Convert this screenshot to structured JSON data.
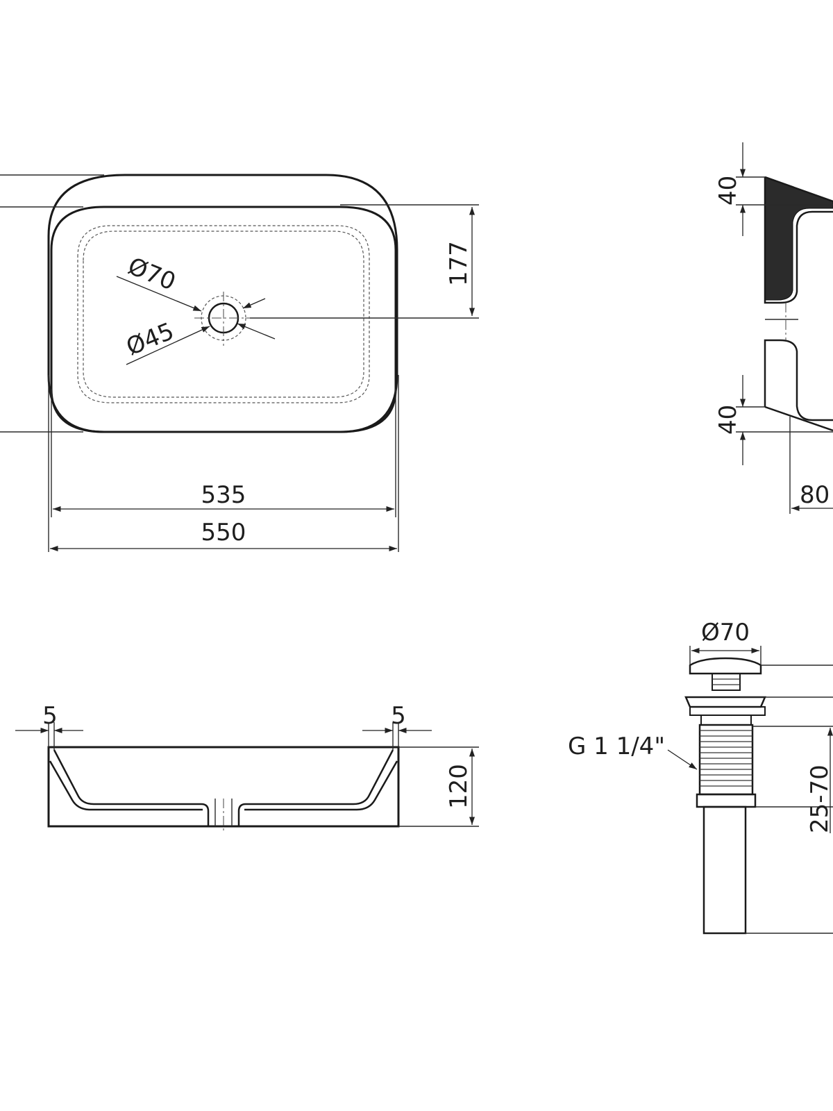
{
  "top_view": {
    "drain_outer_label": "Ø70",
    "drain_inner_label": "Ø45",
    "half_depth_label": "177",
    "inner_width_label": "535",
    "outer_width_label": "550"
  },
  "side_view": {
    "top_rim_label": "40",
    "bottom_rim_label": "40",
    "rim_depth_label": "80"
  },
  "front_view": {
    "left_wall_label": "5",
    "right_wall_label": "5",
    "height_label": "120"
  },
  "drain_detail": {
    "cap_diameter_label": "Ø70",
    "thread_label": "G 1 1/4\"",
    "range_label": "25-70"
  }
}
